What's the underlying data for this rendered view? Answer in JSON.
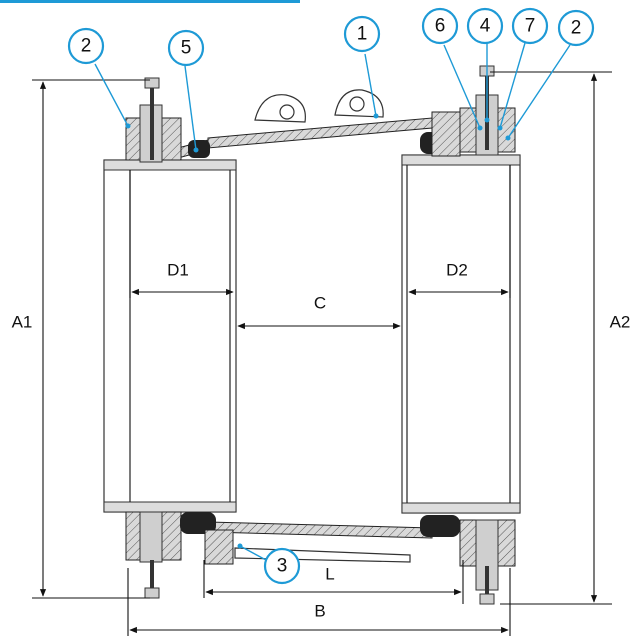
{
  "callouts": {
    "c1": "1",
    "c2_left": "2",
    "c2_right": "2",
    "c3": "3",
    "c4": "4",
    "c5": "5",
    "c6": "6",
    "c7": "7"
  },
  "dimensions": {
    "a1": "A1",
    "a2": "A2",
    "b": "B",
    "c": "C",
    "d1": "D1",
    "d2": "D2",
    "l": "L"
  },
  "colors": {
    "callout": "#1e9ad6",
    "line": "#111111"
  }
}
